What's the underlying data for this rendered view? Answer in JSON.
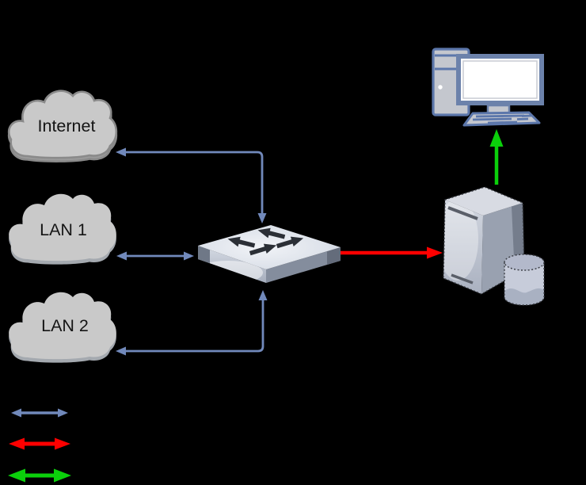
{
  "clouds": [
    {
      "label": "Internet"
    },
    {
      "label": "LAN 1"
    },
    {
      "label": "LAN 2"
    }
  ],
  "colors": {
    "background": "#000000",
    "cloud_fill": "#c9c9c9",
    "cloud_outline": "#8a8a8a",
    "lan_link": "#7189bb",
    "server_link": "#ff0000",
    "workstation_link": "#0bd00b",
    "switch_arrow": "#2b2f36"
  },
  "icons": [
    {
      "name": "cloud-icon"
    },
    {
      "name": "switch-icon"
    },
    {
      "name": "server-icon"
    },
    {
      "name": "database-icon"
    },
    {
      "name": "workstation-icon"
    }
  ],
  "legend": {
    "items": [
      {
        "name": "lan-link-arrow",
        "color": "#7189bb"
      },
      {
        "name": "server-link-arrow",
        "color": "#ff0000"
      },
      {
        "name": "workstation-link-arrow",
        "color": "#0bd00b"
      }
    ]
  }
}
